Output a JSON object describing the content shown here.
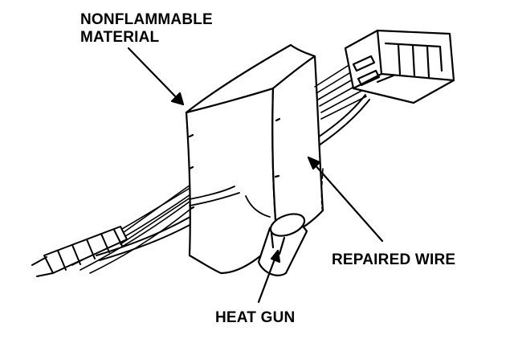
{
  "labels": {
    "nonflammable_line1": "NONFLAMMABLE",
    "nonflammable_line2": "MATERIAL",
    "repaired_wire": "REPAIRED WIRE",
    "heat_gun": "HEAT GUN"
  },
  "colors": {
    "ink": "#000000",
    "paper": "#ffffff"
  }
}
